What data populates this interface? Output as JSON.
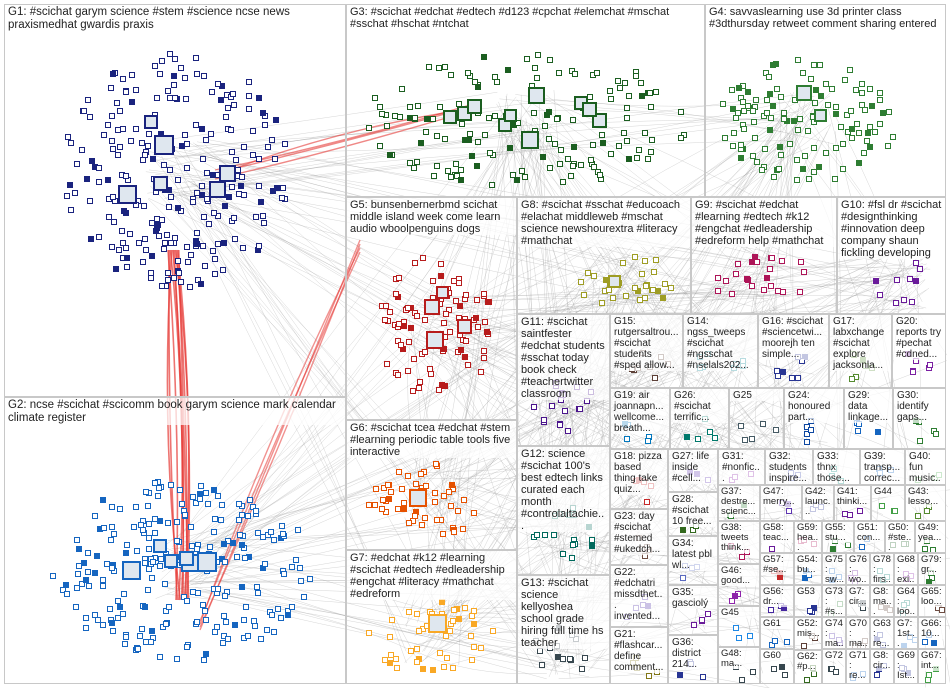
{
  "graph": {
    "groups": [
      {
        "id": "G1",
        "label": "G1: #scichat garym science #stem #science ncse news praxismedhat gwardis praxis",
        "color": "#1a237e"
      },
      {
        "id": "G2",
        "label": "G2: ncse #scichat #scicomm book garym science mark calendar climate register",
        "color": "#1565c0"
      },
      {
        "id": "G3",
        "label": "G3: #scichat #edchat #edtech #d123 #cpchat #elemchat #mschat #sschat #hschat #ntchat",
        "color": "#1b5e20"
      },
      {
        "id": "G4",
        "label": "G4: savvaslearning use 3d printer class #3dthursday retweet comment sharing entered",
        "color": "#2e7d32"
      },
      {
        "id": "G5",
        "label": "G5: bunsenbernerbmd scichat middle island week come learn audio wboolpenguins dogs",
        "color": "#b71c1c"
      },
      {
        "id": "G6",
        "label": "G6: #scichat tcea #edchat #stem #learning periodic table tools five interactive",
        "color": "#e65100"
      },
      {
        "id": "G7",
        "label": "G7: #edchat #k12 #learning #scichat #edtech #edleadership #engchat #literacy #mathchat #edreform",
        "color": "#f9a825"
      },
      {
        "id": "G8",
        "label": "G8: #scichat #sschat #educoach #elachat middleweb #mschat science newshourextra #literacy #mathchat",
        "color": "#9e9d24"
      },
      {
        "id": "G9",
        "label": "G9: #scichat #edchat #learning #edtech #k12 #engchat #edleadership #edreform help #mathchat",
        "color": "#ad1457"
      },
      {
        "id": "G10",
        "label": "G10: #fsl dr #scichat #designthinking #innovation deep company shaun fickling developing",
        "color": "#6a1b9a"
      },
      {
        "id": "G11",
        "label": "G11: #scichat saintfester #edchat students #sschat today book check #teachertwitter classroom",
        "color": "#4a148c"
      },
      {
        "id": "G12",
        "label": "G12: science #scichat 100's best edtech links curated each month #controlaltachie...",
        "color": "#00695c"
      },
      {
        "id": "G13",
        "label": "G13: #scichat science kellyoshea school grade hiring full time hs teacher",
        "color": "#37474f"
      },
      {
        "id": "G14",
        "label": "G14: ngss_tweeps #scichat #ngsschat #nselals202...",
        "color": "#00838f"
      },
      {
        "id": "G15",
        "label": "G15: rutgersaltrou... #scichat students #sped allow...",
        "color": "#5d4037"
      },
      {
        "id": "G16",
        "label": "G16: #scichat #sciencetwi... moorejh ten simple...",
        "color": "#283593"
      },
      {
        "id": "G17",
        "label": "G17: labxchange #scichat explore jacksonla...",
        "color": "#558b2f"
      },
      {
        "id": "G18",
        "label": "G18: pizza based thing take quiz...",
        "color": "#c62828"
      },
      {
        "id": "G19",
        "label": "G19: air joannapn... wellcome... breath...",
        "color": "#0277bd"
      },
      {
        "id": "G20",
        "label": "G20: reports try #pechat #cdned...",
        "color": "#7b1fa2"
      },
      {
        "id": "G21",
        "label": "G21: #flashcar... define comment...",
        "color": "#827717"
      },
      {
        "id": "G22",
        "label": "G22: #edchatri missdthet... invented...",
        "color": "#4527a0"
      },
      {
        "id": "G23",
        "label": "G23: day #scichat #stemed #ukedch...",
        "color": "#6d4c41"
      },
      {
        "id": "G24",
        "label": "G24: honoured part...",
        "color": "#0d47a1"
      },
      {
        "id": "G25",
        "label": "G25",
        "color": "#455a64"
      },
      {
        "id": "G26",
        "label": "G26: #scichat terrific...",
        "color": "#00796b"
      },
      {
        "id": "G27",
        "label": "G27: life inside #cell...",
        "color": "#5e35b1"
      },
      {
        "id": "G28",
        "label": "G28: #scichat 10 free...",
        "color": "#33691e"
      },
      {
        "id": "G29",
        "label": "G29: data linkage...",
        "color": "#1565c0"
      },
      {
        "id": "G30",
        "label": "G30: identify gaps...",
        "color": "#2e7d32"
      },
      {
        "id": "G31",
        "label": "G31: #nonfic... ambas...",
        "color": "#8e24aa"
      },
      {
        "id": "G32",
        "label": "G32: students inspire...",
        "color": "#3949ab"
      },
      {
        "id": "G33",
        "label": "G33: thnx those...",
        "color": "#00897b"
      },
      {
        "id": "G34",
        "label": "G34: latest pbl wl...",
        "color": "#5c6bc0"
      },
      {
        "id": "G35",
        "label": "G35: gasciolý",
        "color": "#6a1b9a"
      },
      {
        "id": "G36",
        "label": "G36: district 214...",
        "color": "#283593"
      },
      {
        "id": "G37",
        "label": "G37: destre... scienc...",
        "color": "#2e7d32"
      },
      {
        "id": "G38",
        "label": "G38: tweets think...",
        "color": "#ad1457"
      },
      {
        "id": "G39",
        "label": "G39: transp... correc...",
        "color": "#1565c0"
      },
      {
        "id": "G40",
        "label": "G40: fun music...",
        "color": "#4caf50"
      },
      {
        "id": "G41",
        "label": "G41: thinki...",
        "color": "#6a1b9a"
      },
      {
        "id": "G42",
        "label": "G42: launc...",
        "color": "#283593"
      },
      {
        "id": "G43",
        "label": "G43: lesso...",
        "color": "#558b2f"
      },
      {
        "id": "G44",
        "label": "G44",
        "color": "#43a047"
      },
      {
        "id": "G45",
        "label": "G45",
        "color": "#1e88e5"
      },
      {
        "id": "G46",
        "label": "G46: good...",
        "color": "#8e24aa"
      },
      {
        "id": "G47",
        "label": "G47: merry...",
        "color": "#5e35b1"
      },
      {
        "id": "G48",
        "label": "G48: ma...",
        "color": "#37474f"
      },
      {
        "id": "G49",
        "label": "G49: yea...",
        "color": "#2e7d32"
      },
      {
        "id": "G50",
        "label": "G50: #ste...",
        "color": "#1b5e20"
      },
      {
        "id": "G51",
        "label": "G51: con...",
        "color": "#1565c0"
      },
      {
        "id": "G52",
        "label": "G52: mis...",
        "color": "#5d4037"
      },
      {
        "id": "G53",
        "label": "G53",
        "color": "#283593"
      },
      {
        "id": "G54",
        "label": "G54: bu...",
        "color": "#1565c0"
      },
      {
        "id": "G55",
        "label": "G55: stu...",
        "color": "#2e7d32"
      },
      {
        "id": "G56",
        "label": "G56: dr...",
        "color": "#4527a0"
      },
      {
        "id": "G57",
        "label": "G57: #se...",
        "color": "#c62828"
      },
      {
        "id": "G58",
        "label": "G58: teac...",
        "color": "#6a1b9a"
      },
      {
        "id": "G59",
        "label": "G59: hea...",
        "color": "#ad1457"
      },
      {
        "id": "G60",
        "label": "G60",
        "color": "#37474f"
      },
      {
        "id": "G61",
        "label": "G61",
        "color": "#1565c0"
      },
      {
        "id": "G62",
        "label": "G62: #p...",
        "color": "#33691e"
      },
      {
        "id": "G63",
        "label": "G63: re...",
        "color": "#283593"
      },
      {
        "id": "G64",
        "label": "G64: loo...",
        "color": "#00796b"
      },
      {
        "id": "G65",
        "label": "G65: loo...",
        "color": "#6d4c41"
      },
      {
        "id": "G66",
        "label": "G66: 10...",
        "color": "#1565c0"
      },
      {
        "id": "G67",
        "label": "G67: int...",
        "color": "#43a047"
      },
      {
        "id": "G68",
        "label": "G68: exi...",
        "color": "#8e24aa"
      },
      {
        "id": "G69",
        "label": "G69: Ist...",
        "color": "#283593"
      },
      {
        "id": "G70",
        "label": "G70: ma...",
        "color": "#5d4037"
      },
      {
        "id": "G71",
        "label": "G71: re...",
        "color": "#1565c0"
      },
      {
        "id": "G72",
        "label": "G72",
        "color": "#37474f"
      },
      {
        "id": "G73",
        "label": "G73: #s...",
        "color": "#2e7d32"
      },
      {
        "id": "G74",
        "label": "G74: ma...",
        "color": "#4527a0"
      },
      {
        "id": "G75",
        "label": "G75: sw...",
        "color": "#1565c0"
      },
      {
        "id": "G76",
        "label": "G76: wo...",
        "color": "#6a1b9a"
      },
      {
        "id": "G77",
        "label": "G7: cir...",
        "color": "#37474f"
      },
      {
        "id": "G78",
        "label": "G78: firs...",
        "color": "#00796b"
      },
      {
        "id": "G79",
        "label": "G79: gr...",
        "color": "#2e7d32"
      },
      {
        "id": "G80",
        "label": "G8: ma...",
        "color": "#5d4037"
      },
      {
        "id": "G81",
        "label": "G8: cir...",
        "color": "#283593"
      },
      {
        "id": "G82",
        "label": "G7: 1st...",
        "color": "#1565c0"
      }
    ]
  }
}
